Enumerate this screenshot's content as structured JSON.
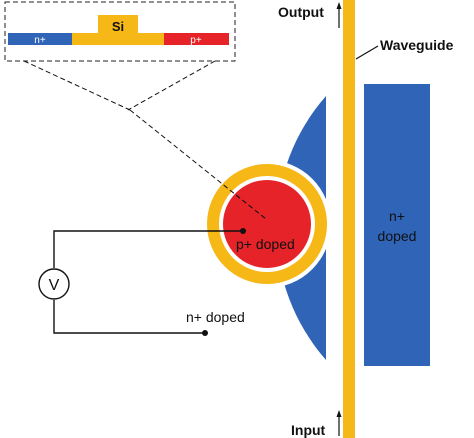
{
  "colors": {
    "n_doped": "#2f64b6",
    "p_doped": "#e52329",
    "silicon": "#f6b816",
    "wire": "#111111",
    "background": "#ffffff"
  },
  "labels": {
    "output": "Output",
    "input": "Input",
    "waveguide": "Waveguide",
    "p_doped": "p+ doped",
    "n_doped_disk": "n+ doped",
    "n_doped_bar_line1": "n+",
    "n_doped_bar_line2": "doped",
    "voltmeter": "V"
  },
  "inset": {
    "n_label": "n+",
    "si_label": "Si",
    "p_label": "p+"
  }
}
